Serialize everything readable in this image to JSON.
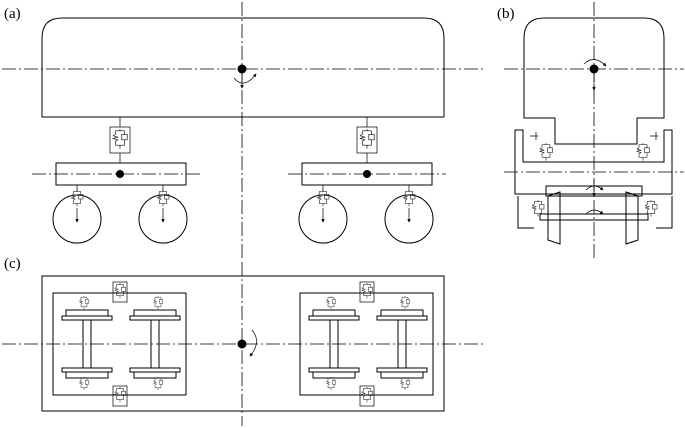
{
  "labels": {
    "a": "(a)",
    "b": "(b)",
    "c": "(c)"
  },
  "colors": {
    "ink": "#000000",
    "background": "#ffffff"
  },
  "icons": [
    "spring-damper-icon",
    "wheel-icon",
    "rotation-arrow-icon",
    "center-of-gravity-icon",
    "wheelset-icon"
  ]
}
